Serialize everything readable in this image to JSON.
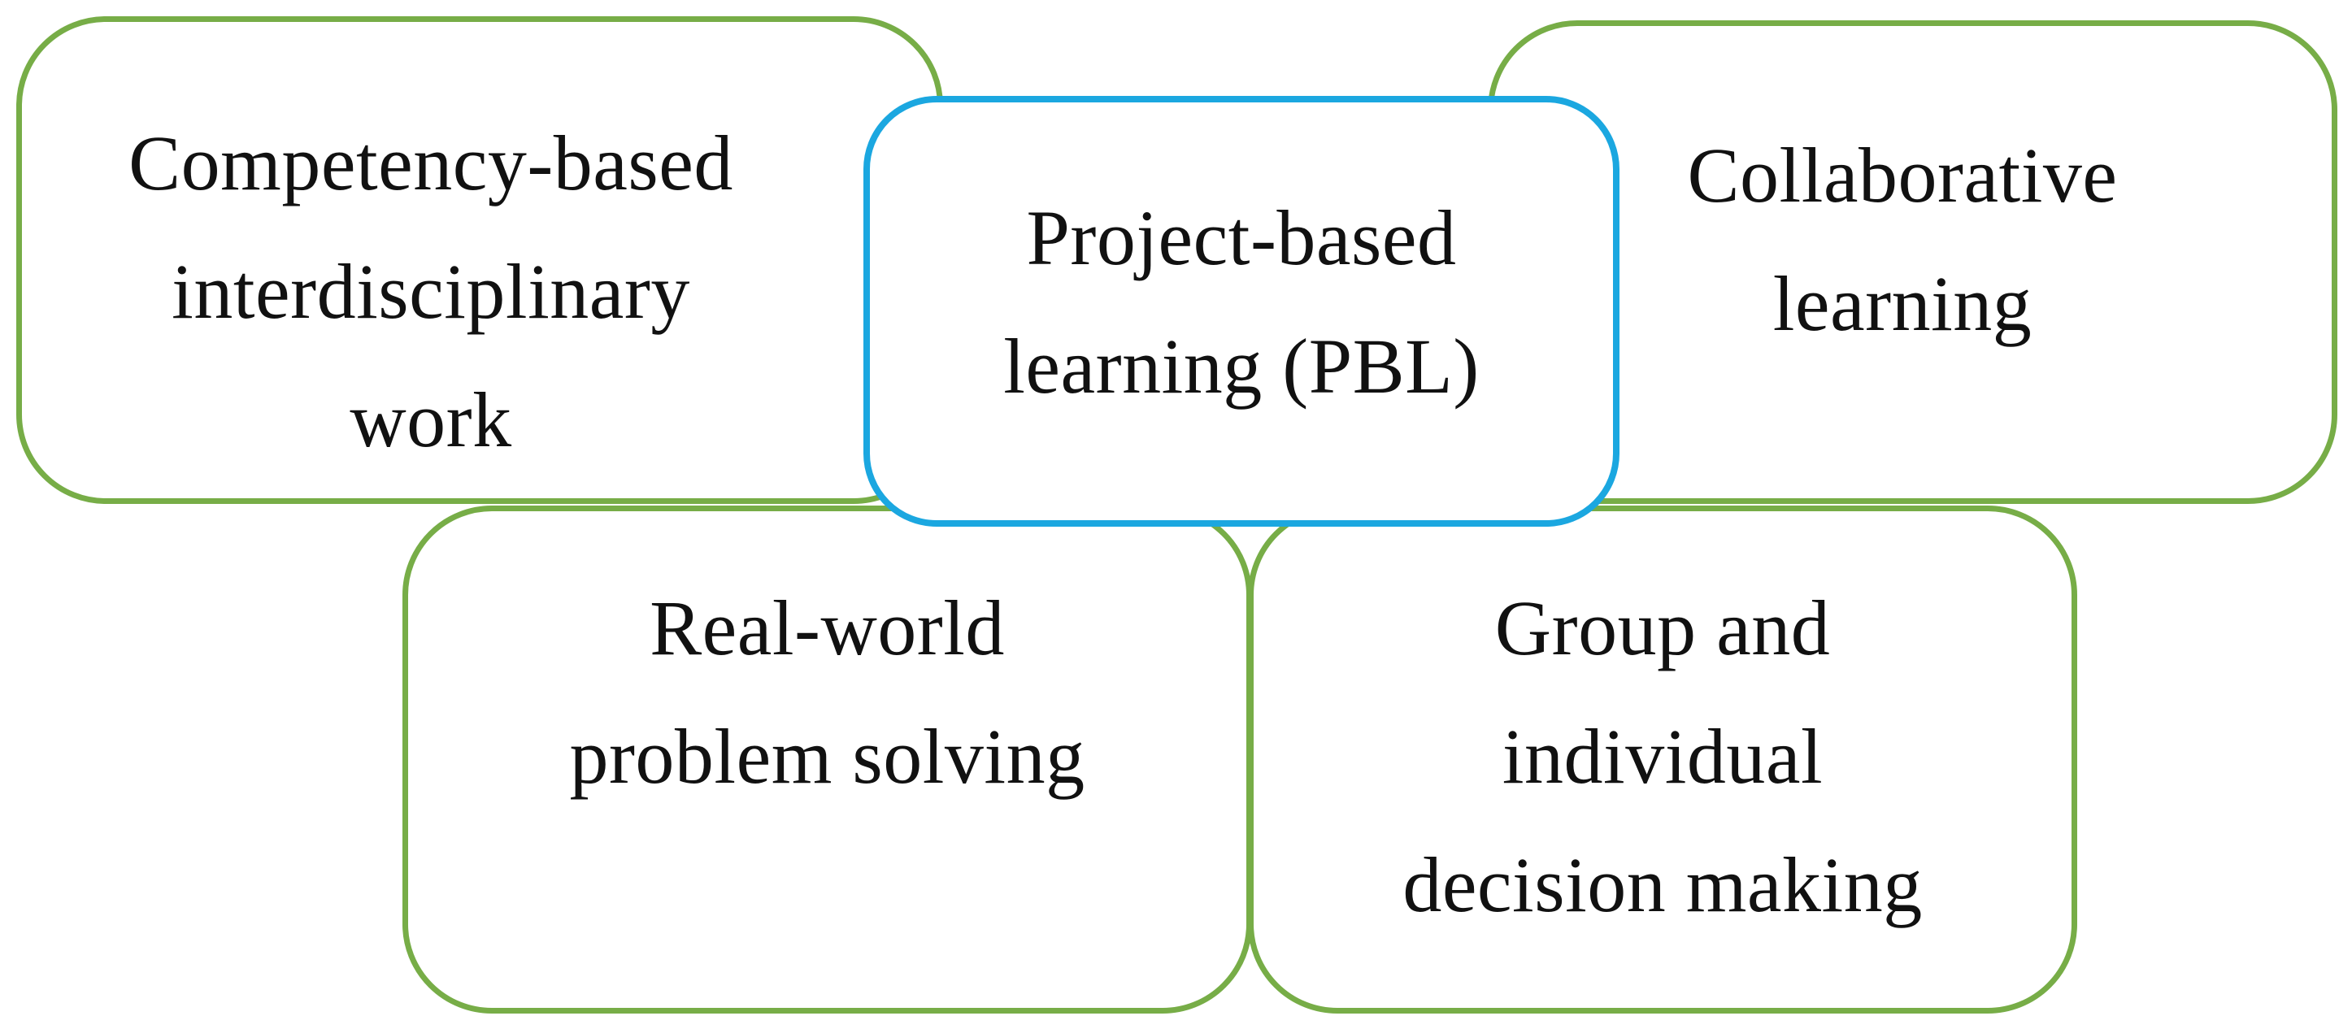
{
  "colors": {
    "outer_border": "#77ad47",
    "center_border": "#1ba7e0",
    "text": "#111111",
    "background": "#ffffff"
  },
  "boxes": {
    "competency": {
      "label": "Competency-based\ninterdisciplinary\nwork"
    },
    "collaborative": {
      "label": "Collaborative\nlearning"
    },
    "center": {
      "label": "Project-based\nlearning (PBL)"
    },
    "realworld": {
      "label": "Real-world\nproblem solving"
    },
    "group": {
      "label": "Group and\nindividual\ndecision making"
    }
  }
}
